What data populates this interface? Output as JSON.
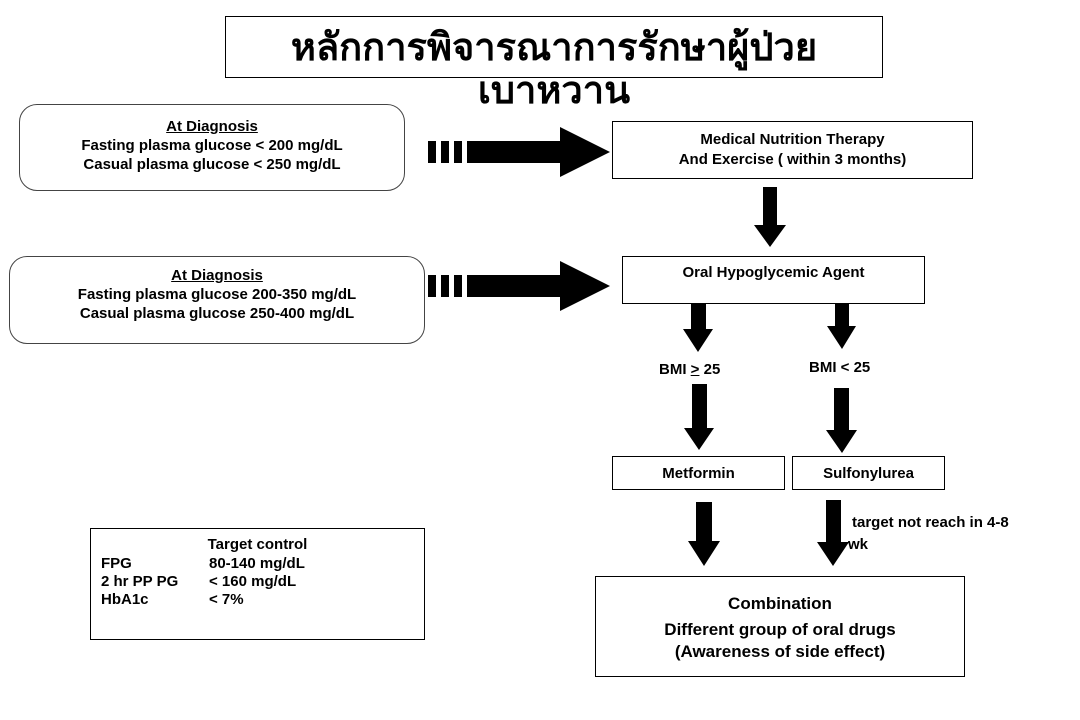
{
  "title": {
    "line1": "หลักการพิจารณาการรักษาผู้ป่วย",
    "line2": "เบาหวาน"
  },
  "diagnosis1": {
    "heading": "At Diagnosis",
    "line1": "Fasting plasma glucose < 200 mg/dL",
    "line2": "Casual plasma glucose < 250 mg/dL"
  },
  "diagnosis2": {
    "heading": "At Diagnosis",
    "line1": "Fasting plasma glucose  200-350 mg/dL",
    "line2": "Casual plasma glucose  250-400 mg/dL"
  },
  "mnt": {
    "line1": "Medical Nutrition Therapy",
    "line2": "And Exercise ( within 3 months)"
  },
  "oha": {
    "label": "Oral Hypoglycemic Agent"
  },
  "bmi_high": {
    "prefix": "BMI ",
    "op": ">",
    "suffix": " 25"
  },
  "bmi_low": {
    "label": "BMI < 25"
  },
  "metformin": {
    "label": "Metformin"
  },
  "sulfonylurea": {
    "label": "Sulfonylurea"
  },
  "target_note": {
    "line1": "target  not reach in 4-8",
    "line2": "wk"
  },
  "combination": {
    "line1": "Combination",
    "line2": "Different group of oral drugs",
    "line3": "(Awareness of side effect)"
  },
  "target_control": {
    "heading": "Target control",
    "rows": [
      {
        "key": "FPG",
        "value": "80-140 mg/dL"
      },
      {
        "key": "2 hr PP PG",
        "value": "< 160 mg/dL"
      },
      {
        "key": "HbA1c",
        "value": "< 7%"
      }
    ]
  }
}
